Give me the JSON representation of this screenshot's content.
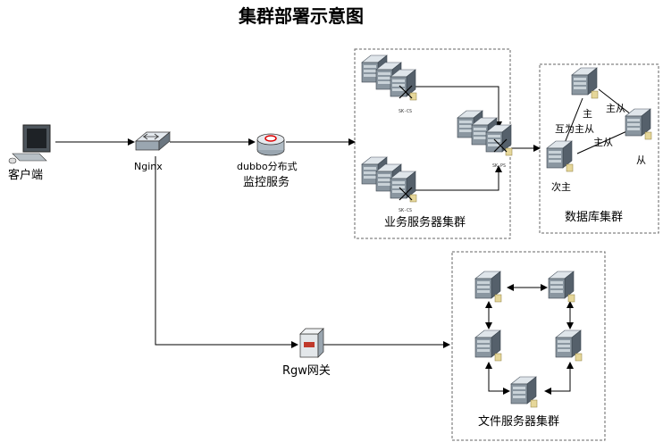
{
  "title": "集群部署示意图",
  "nodes": {
    "client": "客户端",
    "nginx": "Nginx",
    "monitor_line1": "dubbo分布式",
    "monitor_line2": "监控服务",
    "rgw": "Rgw网关"
  },
  "business_cluster": {
    "label": "业务服务器集群",
    "tag_top": "SK-CS",
    "tag_mid": "SK-PS",
    "tag_bottom": "SK-CS"
  },
  "database_cluster": {
    "label": "数据库集群",
    "master": "主",
    "mutual_master_slave": "互为主从",
    "master_slave_top": "主从",
    "master_slave_mid": "主从",
    "slave": "从",
    "sub_master": "次主"
  },
  "file_cluster": {
    "label": "文件服务器集群"
  },
  "colors": {
    "line": "#000000",
    "box_border": "#666666",
    "server_body": "#7f8b95",
    "server_face": "#c9d2d8"
  }
}
